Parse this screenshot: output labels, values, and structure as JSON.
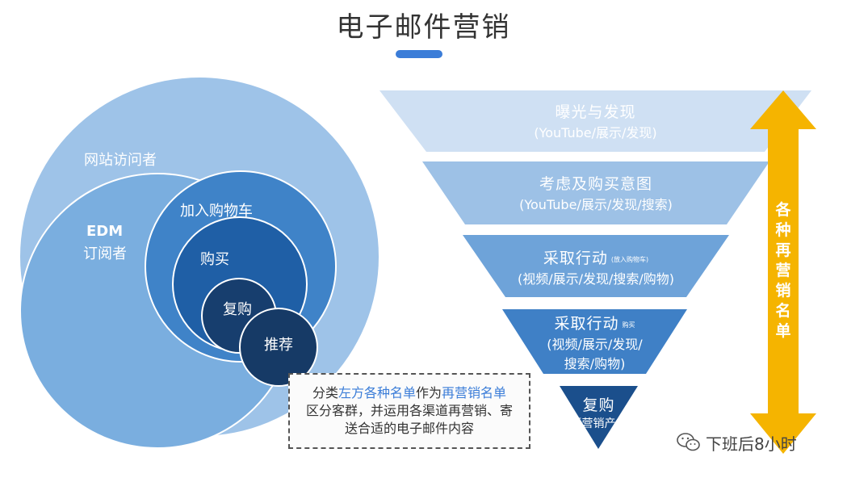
{
  "title": "电子邮件营销",
  "colors": {
    "accent": "#3b7dd8",
    "arrow": "#f5b400",
    "circle_outer": "#9ec3e8",
    "circle_edm": "#7aaedf",
    "circle_cart": "#3f83c8",
    "circle_buy": "#1f5fa6",
    "circle_repeat": "#173e6e",
    "circle_recommend": "#163a66"
  },
  "circles": {
    "visitors": "网站访问者",
    "edm_title": "EDM",
    "edm_sub": "订阅者",
    "cart": "加入购物车",
    "buy": "购买",
    "repeat": "复购",
    "recommend": "推荐"
  },
  "funnel": [
    {
      "label": "曝光与发现",
      "small": "",
      "sub": "(YouTube/展示/发现)",
      "color": "#cfe0f3"
    },
    {
      "label": "考虑及购买意图",
      "small": "",
      "sub": "(YouTube/展示/发现/搜索)",
      "color": "#9dc1e6"
    },
    {
      "label": "采取行动",
      "small": "(放入购物车)",
      "sub": "(视频/展示/发现/搜索/购物)",
      "color": "#6ea3d9"
    },
    {
      "label": "采取行动",
      "small": "购买",
      "sub": "(视频/展示/发现/",
      "sub2": "搜索/购物)",
      "color": "#3f80c6"
    },
    {
      "label": "复购",
      "small": "",
      "sub": "(再营销产品)",
      "color": "#1b4f8c"
    }
  ],
  "note": {
    "line1_a": "分类",
    "line1_b": "左方各种名单",
    "line1_c": "作为",
    "line1_d": "再营销名单",
    "line2": "区分客群，并运用各渠道再营销、寄",
    "line3": "送合适的电子邮件内容"
  },
  "arrow_label": "各种再营销名单",
  "watermark": {
    "icon": "wechat-icon",
    "text": "下班后8小时"
  }
}
